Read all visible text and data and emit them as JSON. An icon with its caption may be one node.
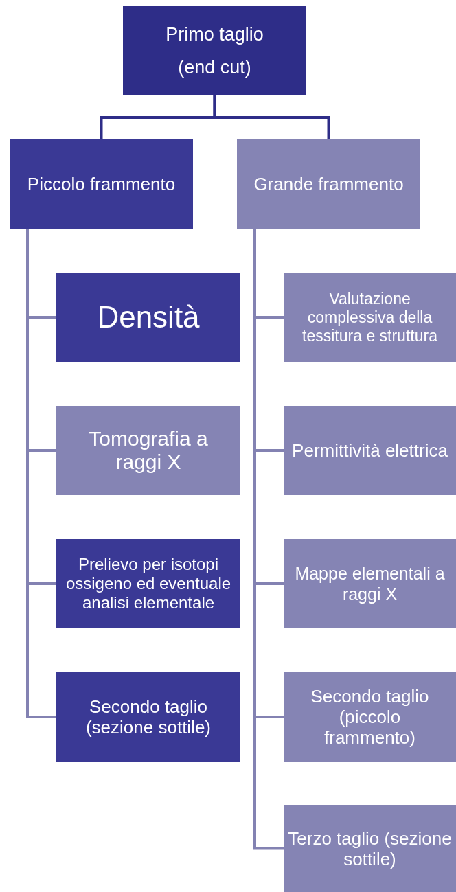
{
  "diagram": {
    "nodes": [
      {
        "text": [
          "Primo taglio (end cut)"
        ]
      },
      {
        "text": [
          "Piccolo frammento"
        ]
      },
      {
        "text": [
          "Grande frammento"
        ]
      },
      {
        "text": [
          "Densità"
        ]
      },
      {
        "text": [
          "Tomografia a raggi X"
        ]
      },
      {
        "text": [
          "Prelievo per isotopi ossigeno ed eventuale analisi elementale"
        ]
      },
      {
        "text": [
          "Secondo taglio (sezione sottile)"
        ]
      },
      {
        "text": [
          "Valutazione complessiva della tessitura e struttura"
        ]
      },
      {
        "text": [
          "Permittività elettrica"
        ]
      },
      {
        "text": [
          "Mappe elementali a raggi X"
        ]
      },
      {
        "text": [
          "Secondo taglio (piccolo frammento)"
        ]
      },
      {
        "text": [
          "Terzo taglio (sezione sottile)"
        ]
      }
    ],
    "edges": [
      {
        "from": 0,
        "to": 1,
        "arrow": "none",
        "color": "#2e2d88"
      },
      {
        "from": 0,
        "to": 2,
        "arrow": "none",
        "color": "#2e2d88"
      },
      {
        "from": 1,
        "to": 3,
        "arrow": "none"
      },
      {
        "from": 1,
        "to": 4,
        "arrow": "none"
      },
      {
        "from": 1,
        "to": 5,
        "arrow": "none"
      },
      {
        "from": 1,
        "to": 6,
        "arrow": "none"
      },
      {
        "from": 2,
        "to": 7,
        "arrow": "none"
      },
      {
        "from": 2,
        "to": 8,
        "arrow": "none"
      },
      {
        "from": 2,
        "to": 9,
        "arrow": "none"
      },
      {
        "from": 2,
        "to": 10,
        "arrow": "none"
      },
      {
        "from": 2,
        "to": 11,
        "arrow": "none"
      }
    ]
  }
}
